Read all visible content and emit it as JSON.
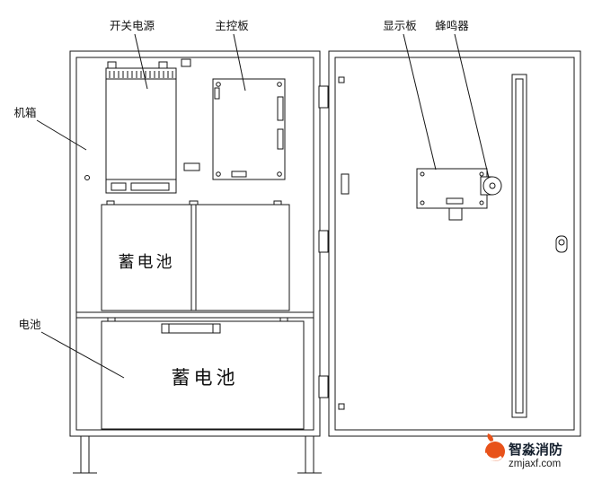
{
  "figure": {
    "callouts": {
      "power_supply": "开关电源",
      "main_board": "主控板",
      "display_board": "显示板",
      "buzzer": "蜂鸣器",
      "chassis": "机箱",
      "battery": "电池"
    },
    "components": {
      "battery_upper": "蓄电池",
      "battery_lower": "蓄电池"
    }
  },
  "watermark": {
    "brand": "智淼消防",
    "domain": "zmjaxf.com"
  },
  "colors": {
    "line": "#141414",
    "background": "#ffffff",
    "logo_orange": "#e8521a",
    "logo_text": "#15202e"
  }
}
